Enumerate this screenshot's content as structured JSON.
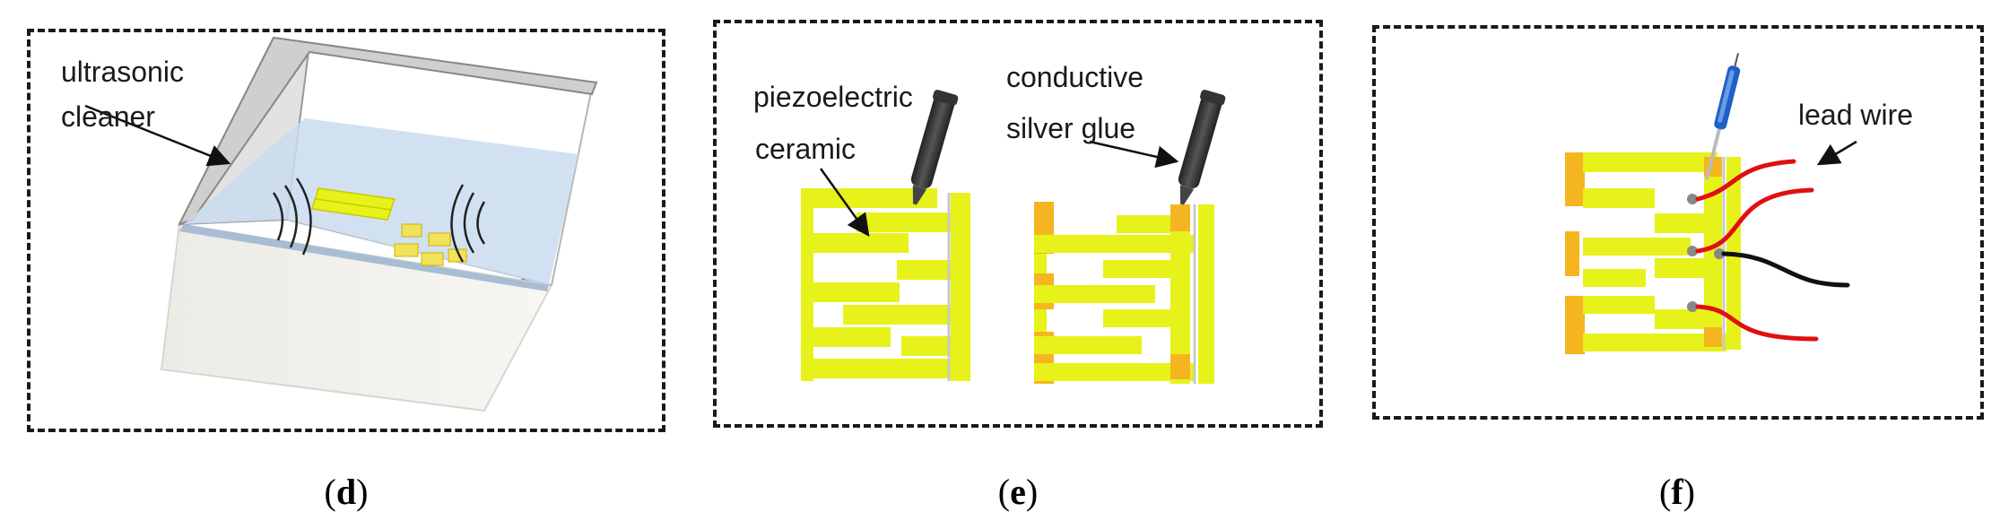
{
  "panels": {
    "d": {
      "caption_letter": "d",
      "label_line1": "ultrasonic",
      "label_line2": "cleaner"
    },
    "e": {
      "caption_letter": "e",
      "label_a_line1": "piezoelectric",
      "label_a_line2": "ceramic",
      "label_b_line1": "conductive",
      "label_b_line2": "silver glue"
    },
    "f": {
      "caption_letter": "f",
      "label_line1": "lead wire"
    }
  },
  "colors": {
    "ceramic_yellow": "#e6f21a",
    "silver_glue_orange": "#f5b521",
    "water_blue": "#c9dcee",
    "wire_red": "#e01010",
    "wire_black": "#111111",
    "iron_blue": "#1f5fc8"
  },
  "icons": [
    "soldering-iron-icon",
    "glue-pen-icon",
    "sound-wave-icon"
  ]
}
